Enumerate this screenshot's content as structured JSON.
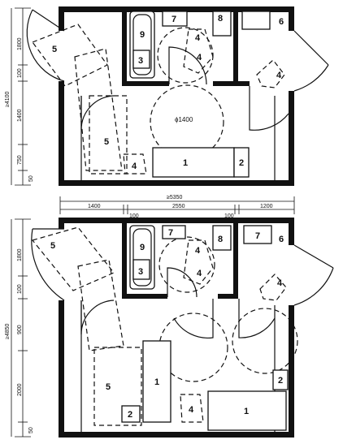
{
  "plan_a": {
    "dims": {
      "total_height": "≥4100",
      "d1800": "1800",
      "d100": "100",
      "d1400": "1400",
      "d750": "750",
      "d50": "50"
    },
    "circle_label": "ϕ1400",
    "labels": {
      "n1": "1",
      "n2": "2",
      "n3": "3",
      "n4a": "4",
      "n4b": "4",
      "n4c": "4",
      "n4d": "4",
      "n5a": "5",
      "n5b": "5",
      "n6": "6",
      "n7": "7",
      "n8": "8",
      "n9": "9"
    }
  },
  "plan_b": {
    "dims": {
      "total_width": "≥5350",
      "w1400": "1400",
      "w100a": "100",
      "w2550": "2550",
      "w100b": "100",
      "w1200": "1200",
      "total_height": "≥4850",
      "d1800": "1800",
      "d100": "100",
      "d900": "900",
      "d2000": "2000",
      "d50": "50"
    },
    "labels": {
      "n1a": "1",
      "n1b": "1",
      "n2a": "2",
      "n2b": "2",
      "n3": "3",
      "n4a": "4",
      "n4b": "4",
      "n4c": "4",
      "n4d": "4",
      "n5a": "5",
      "n5b": "5",
      "n6": "6",
      "n7a": "7",
      "n7b": "7",
      "n8": "8",
      "n9": "9"
    }
  }
}
